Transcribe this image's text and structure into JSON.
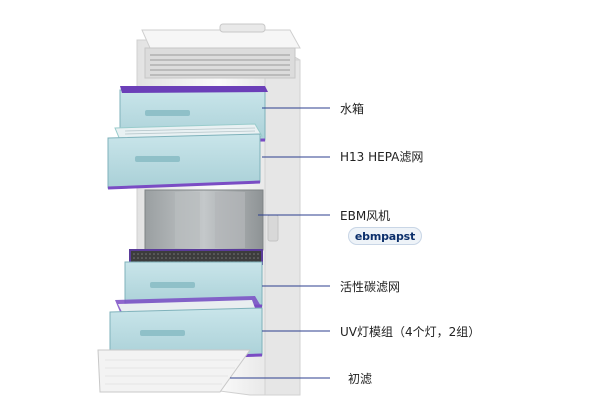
{
  "callouts": [
    {
      "id": "water-tank",
      "text": "水箱"
    },
    {
      "id": "hepa",
      "text": "H13 HEPA滤网"
    },
    {
      "id": "fan",
      "text": "EBM风机"
    },
    {
      "id": "carbon",
      "text": "活性碳滤网"
    },
    {
      "id": "uv",
      "text": "UV灯模组（4个灯，2组）"
    },
    {
      "id": "prefilter",
      "text": "初滤"
    }
  ],
  "logo": {
    "brand_part1": "ebm",
    "brand_part2": "papst"
  },
  "colors": {
    "drawer_fill": "#b9dbe0",
    "drawer_dark": "#8fc0c8",
    "accent_purple": "#7a4cc4",
    "callout_line": "#2c3f8f",
    "cabinet": "#f1f1f1",
    "fan_grey": "#a9adaf"
  }
}
